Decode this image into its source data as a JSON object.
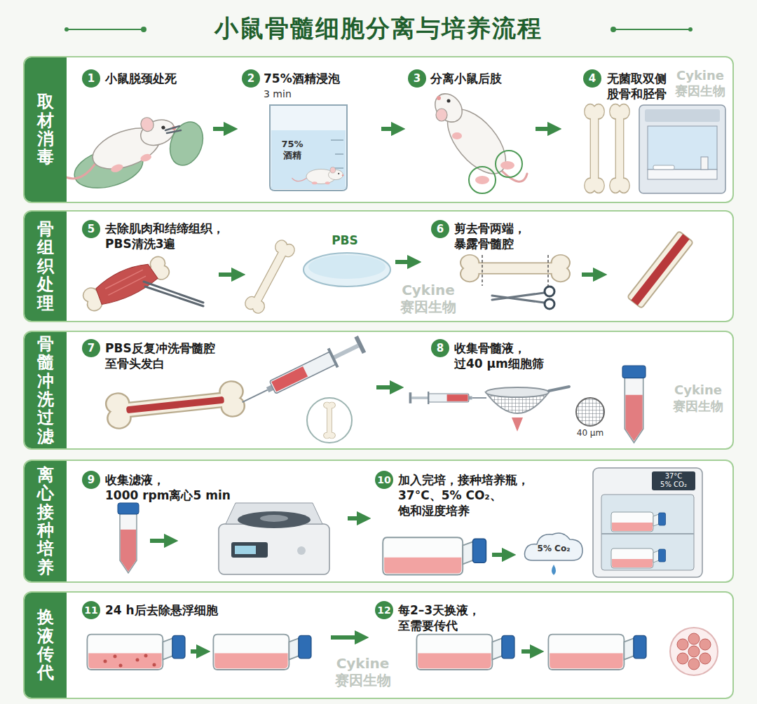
{
  "diagram": {
    "title": "小鼠骨髓细胞分离与培养流程",
    "nodes": [
      {
        "text": [
          "取材消毒"
        ]
      },
      {
        "text": [
          "1",
          "小鼠脱颈处死"
        ],
        "in": 0
      },
      {
        "text": [
          "2",
          "75%酒精浸泡",
          "3 min"
        ],
        "in": 0
      },
      {
        "text": [
          "3",
          "分离小鼠后肢"
        ],
        "in": 0
      },
      {
        "text": [
          "4",
          "无菌取双侧 股骨和胫骨"
        ],
        "in": 0
      },
      {
        "text": [
          "骨组织处理"
        ]
      },
      {
        "text": [
          "5",
          "去除肌肉和结缔组织， PBS清洗3遍"
        ],
        "in": 5
      },
      {
        "text": [
          "6",
          "剪去骨两端， 暴露骨髓腔"
        ],
        "in": 5
      },
      {
        "text": [
          "骨髓冲洗过滤"
        ]
      },
      {
        "text": [
          "7",
          "PBS反复冲洗骨髓腔 至骨头发白"
        ],
        "in": 8
      },
      {
        "text": [
          "8",
          "收集骨髓液， 过40 μm细胞筛"
        ],
        "in": 8
      },
      {
        "text": [
          "离心接种培养"
        ]
      },
      {
        "text": [
          "9",
          "收集滤液， 1000 rpm离心5 min"
        ],
        "in": 11
      },
      {
        "text": [
          "10",
          "加入完培，接种培养瓶， 37°C、5% CO₂、 饱和湿度培养"
        ],
        "in": 11
      },
      {
        "text": [
          "换液传代"
        ]
      },
      {
        "text": [
          "11",
          "24 h后去除悬浮细胞"
        ],
        "in": 14
      },
      {
        "text": [
          "12",
          "每2–3天换液， 至需要传代"
        ],
        "in": 14
      }
    ],
    "edges": [
      {
        "from": 1,
        "to": 2,
        "arrow": "to"
      },
      {
        "from": 2,
        "to": 3,
        "arrow": "to"
      },
      {
        "from": 3,
        "to": 4,
        "arrow": "to"
      },
      {
        "from": 6,
        "to": 7,
        "arrow": "to"
      },
      {
        "from": 9,
        "to": 10,
        "arrow": "to"
      },
      {
        "from": 12,
        "to": 13,
        "arrow": "to"
      },
      {
        "from": 15,
        "to": 16,
        "arrow": "to"
      }
    ],
    "labels": [
      "75% 酒精",
      "PBS",
      "40 μm",
      "37°C 5% CO₂",
      "5% Co₂",
      "Cykine",
      "赛因生物",
      "Cykine",
      "赛因生物",
      "Cykine",
      "赛因生物",
      "Cykine",
      "赛因生物"
    ]
  }
}
